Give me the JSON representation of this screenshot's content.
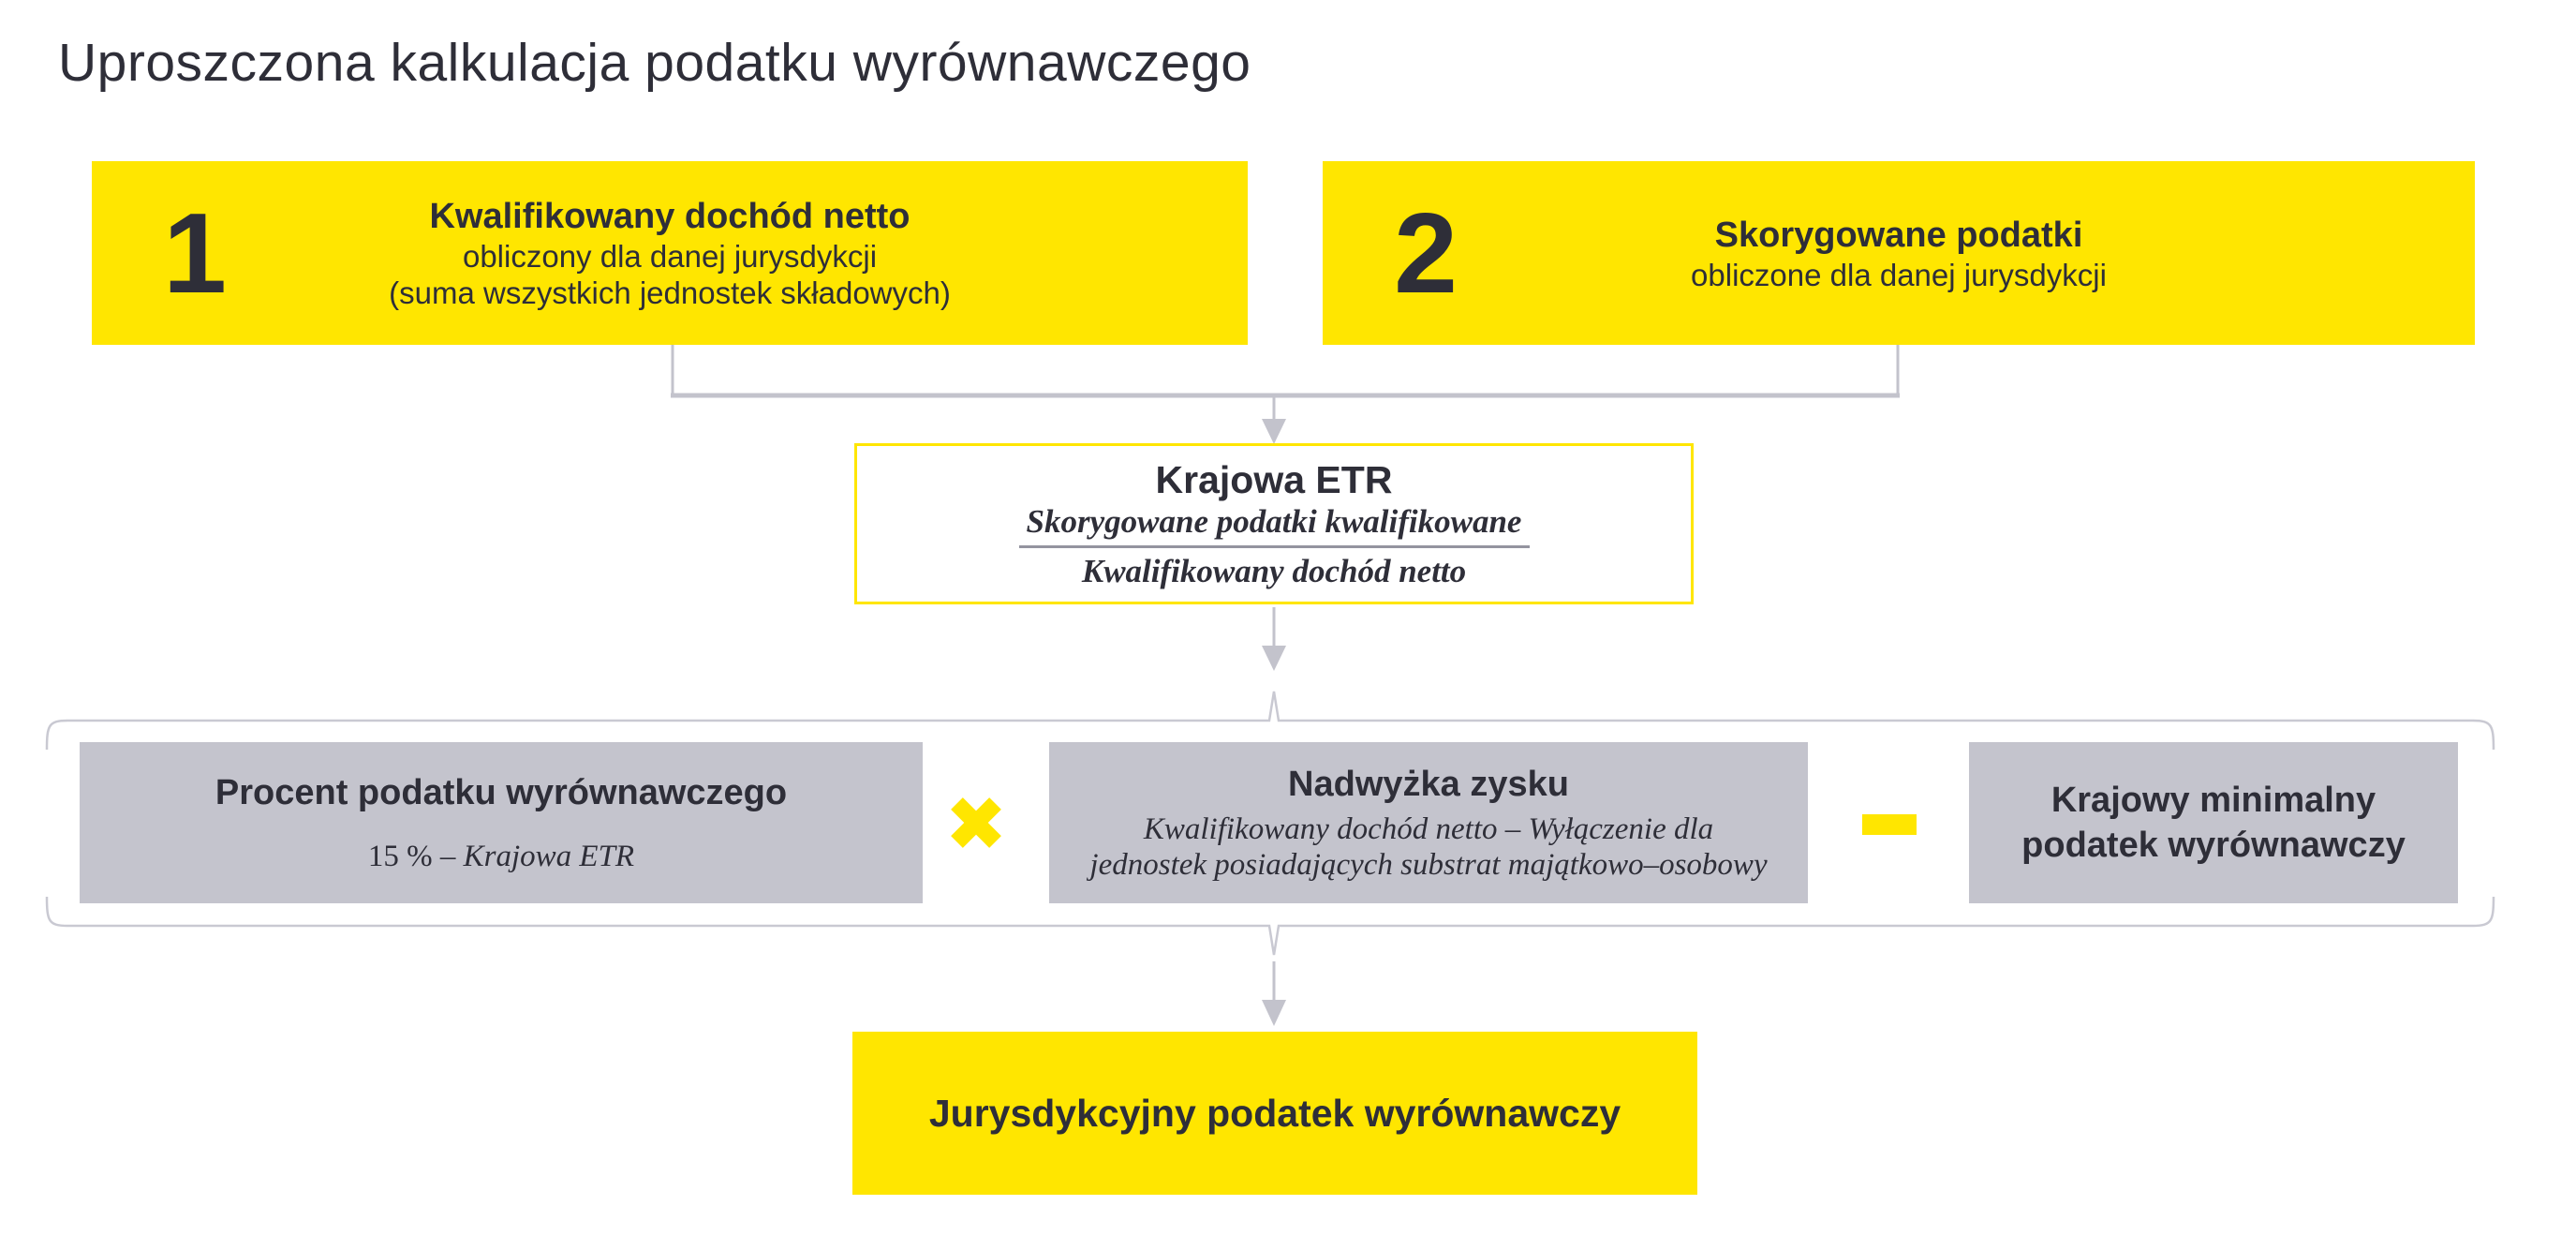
{
  "title": "Uproszczona kalkulacja podatku wyrównawczego",
  "colors": {
    "brand_yellow": "#ffe600",
    "dark_text": "#2e2e38",
    "gray_box": "#c4c4cd",
    "connector_gray": "#c3c3cc"
  },
  "top_boxes": [
    {
      "number": "1",
      "heading": "Kwalifikowany dochód netto",
      "lines": [
        "obliczony dla danej jurysdykcji",
        "(suma wszystkich jednostek składowych)"
      ]
    },
    {
      "number": "2",
      "heading": "Skorygowane podatki",
      "lines": [
        "obliczone dla danej jurysdykcji"
      ]
    }
  ],
  "etr_box": {
    "heading": "Krajowa ETR",
    "numerator": "Skorygowane podatki kwalifikowane",
    "denominator": "Kwalifikowany dochód netto"
  },
  "formula_row": {
    "percent_box": {
      "heading": "Procent podatku wyrównawczego",
      "formula_prefix": "15 % – ",
      "formula_italic": "Krajowa ETR"
    },
    "multiply_operator": "×",
    "excess_box": {
      "heading": "Nadwyżka zysku",
      "lines": [
        "Kwalifikowany dochód netto – Wyłączenie dla",
        "jednostek posiadających substrat majątkowo–osobowy"
      ]
    },
    "minus_operator": "−",
    "minimum_tax_box": {
      "lines": [
        "Krajowy minimalny",
        "podatek wyrównawczy"
      ]
    }
  },
  "result_box": {
    "label": "Jurysdykcyjny podatek wyrównawczy"
  }
}
